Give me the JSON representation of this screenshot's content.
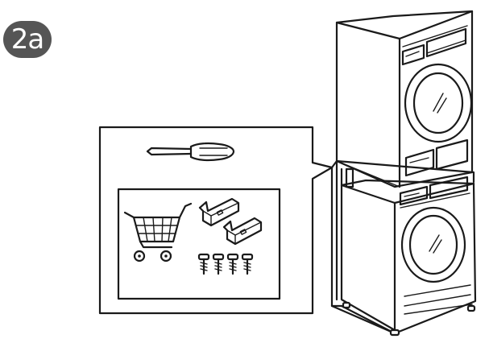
{
  "step": {
    "label": "2a"
  },
  "colors": {
    "badge": "#555555",
    "line": "#1a1a1a",
    "background": "#ffffff"
  },
  "icons": {
    "tool": "screwdriver-icon",
    "callout_items": [
      "shopping-cart-icon",
      "mounting-bracket-icon",
      "screw-icon"
    ],
    "appliances": [
      "tumble-dryer",
      "washing-machine",
      "stacking-frame"
    ]
  }
}
